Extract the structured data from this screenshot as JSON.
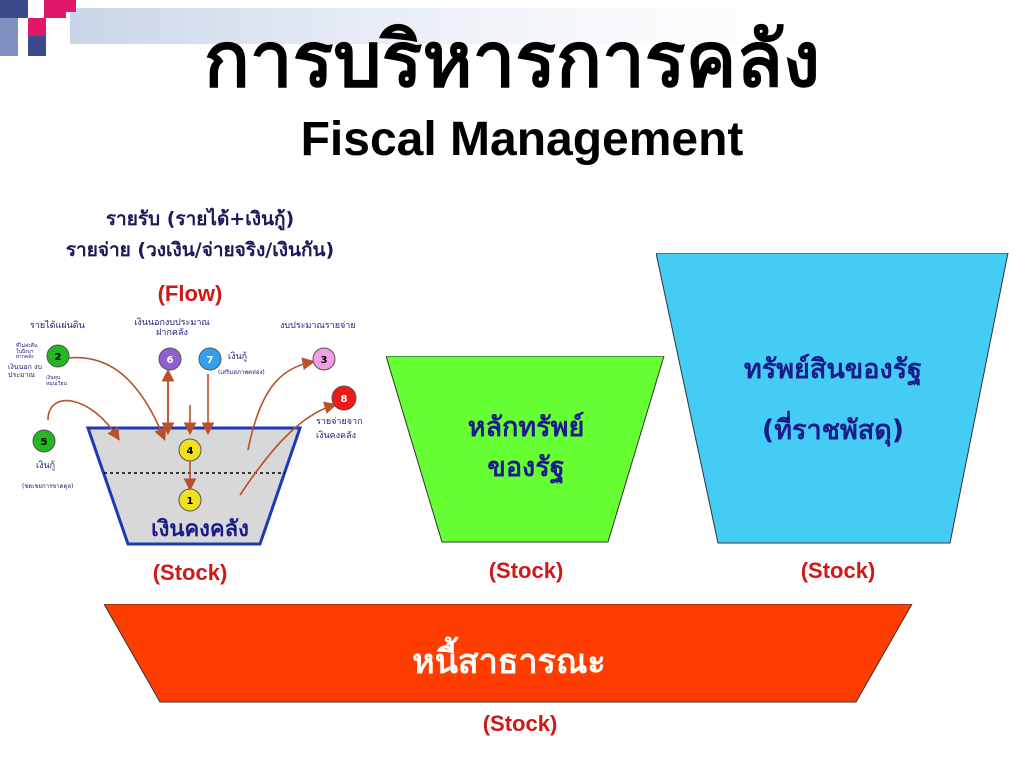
{
  "title": {
    "thai": "การบริหารการคลัง",
    "english": "Fiscal  Management"
  },
  "flow": {
    "line1": "รายรับ   (รายได้+เงินกู้)",
    "line2": "รายจ่าย (วงเงิน/จ่ายจริง/เงินกัน)",
    "label": "(Flow)"
  },
  "treasury": {
    "tank_label": "เงินคงคลัง",
    "stock_label": "(Stock)",
    "labels": {
      "revenue": "รายได้แผ่นดิน",
      "off_budget": "เงินนอกงบประมาณ ฝากคลัง",
      "budget_expenditure": "งบประมาณรายจ่าย",
      "loan_left": "เงินกู้",
      "loan_left_note": "(ชดเชยการขาดดุล)",
      "loan_right": "เงินกู้",
      "loan_right_note": "(เสริมสภาพคล่อง)",
      "expenditure_from_treasury": "รายจ่ายจาก เงินคงคลัง",
      "off_budget_small": "เงินนอก งบประมาณ",
      "tiny_note_1": "ที่ไม่ส่งคืน ในปีงบฯ ฝากคลัง",
      "tiny_note_2": "เงินทุน หมุนเวียน"
    },
    "nodes": [
      {
        "id": "1",
        "color": "#f0e020"
      },
      {
        "id": "2",
        "color": "#22b822"
      },
      {
        "id": "3",
        "color": "#f0a0e0"
      },
      {
        "id": "4",
        "color": "#f0e020"
      },
      {
        "id": "5",
        "color": "#22b822"
      },
      {
        "id": "6",
        "color": "#9060d0"
      },
      {
        "id": "7",
        "color": "#30a0f0"
      },
      {
        "id": "8",
        "color": "#f01818"
      }
    ]
  },
  "securities": {
    "line1": "หลักทรัพย์",
    "line2": "ของรัฐ",
    "stock_label": "(Stock)",
    "color": "#66ff33"
  },
  "assets": {
    "line1": "ทรัพย์สินของรัฐ",
    "line2": "(ที่ราชพัสดุ)",
    "stock_label": "(Stock)",
    "color": "#44ccf5"
  },
  "public_debt": {
    "label": "หนี้สาธารณะ",
    "stock_label": "(Stock)",
    "color": "#ff3d00"
  },
  "colors": {
    "title": "#000000",
    "stock_text": "#d01818",
    "shape_text": "#1a1a8a",
    "tank_fill": "#d8d8d8",
    "arrow": "#b8502a"
  }
}
